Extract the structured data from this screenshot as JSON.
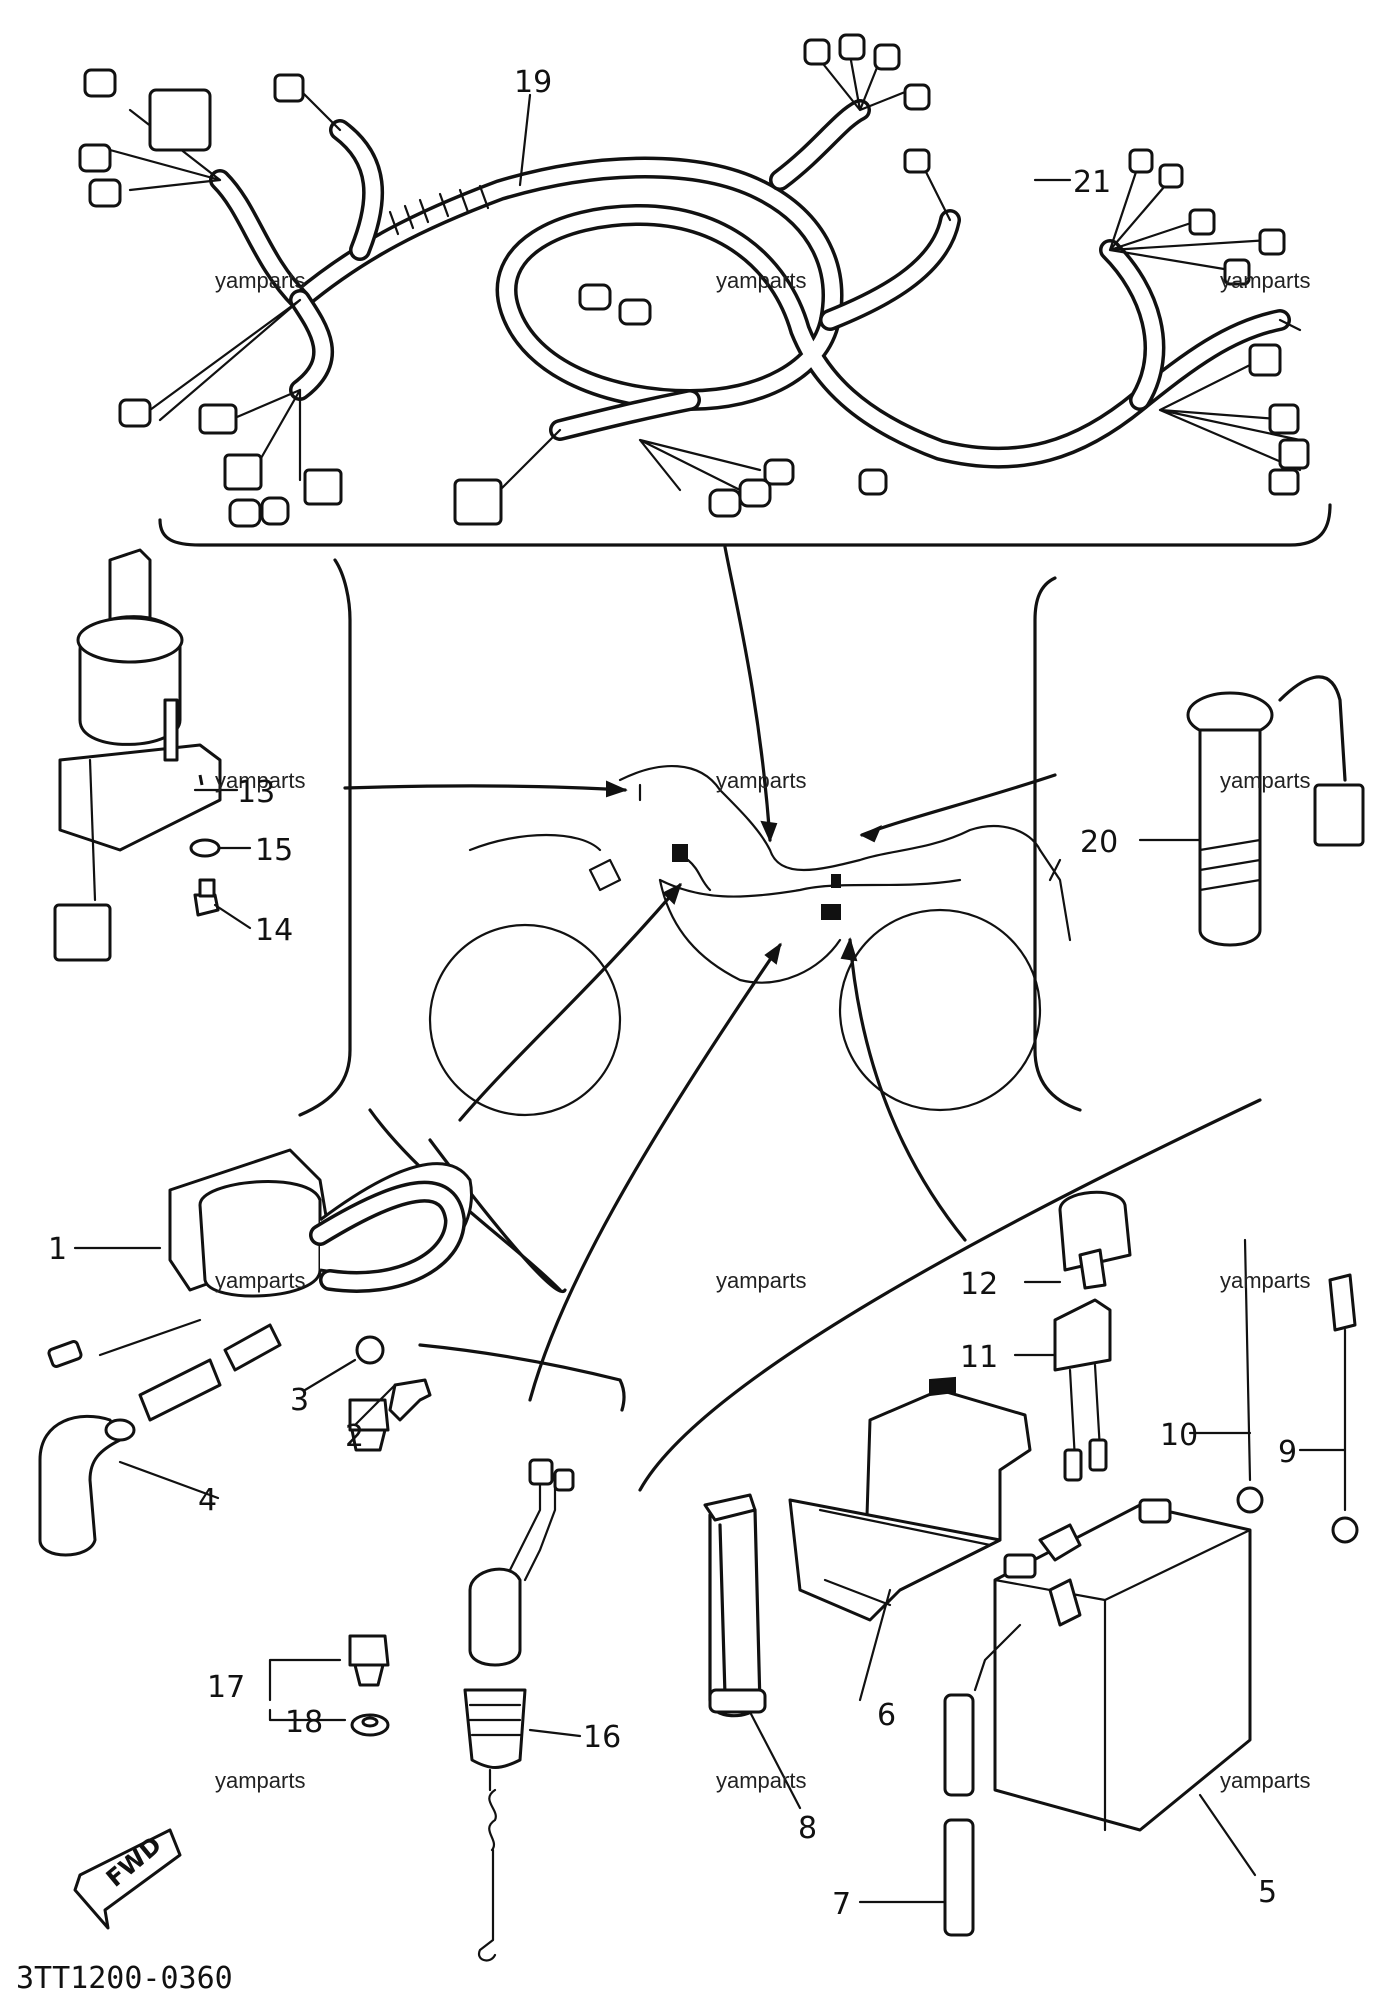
{
  "diagram": {
    "drawing_code": "3TT1200-0360",
    "fwd_label": "FWD",
    "watermark": "yamparts",
    "parts": [
      {
        "label": "1"
      },
      {
        "label": "2"
      },
      {
        "label": "3"
      },
      {
        "label": "4"
      },
      {
        "label": "5"
      },
      {
        "label": "6"
      },
      {
        "label": "7"
      },
      {
        "label": "8"
      },
      {
        "label": "9"
      },
      {
        "label": "10"
      },
      {
        "label": "11"
      },
      {
        "label": "12"
      },
      {
        "label": "13"
      },
      {
        "label": "14"
      },
      {
        "label": "15"
      },
      {
        "label": "16"
      },
      {
        "label": "17"
      },
      {
        "label": "18"
      },
      {
        "label": "19"
      },
      {
        "label": "20"
      },
      {
        "label": "21"
      }
    ]
  }
}
